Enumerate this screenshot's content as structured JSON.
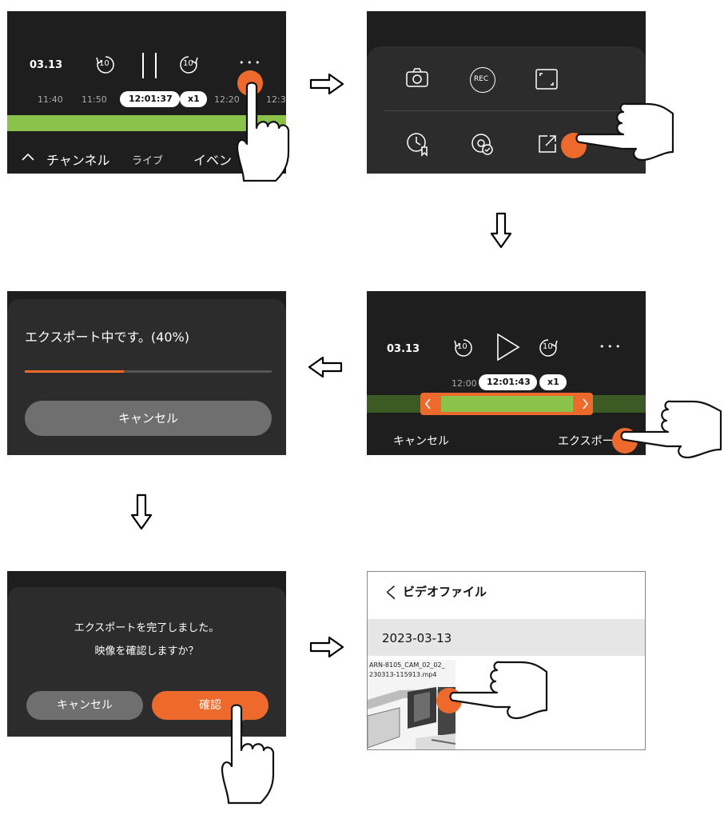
{
  "panel1": {
    "date": "03.13",
    "rewind_label": "10",
    "forward_label": "10",
    "more_label": "• • •",
    "ticks": [
      "11:40",
      "11:50",
      "12:20",
      "12:3"
    ],
    "current_time": "12:01:37",
    "speed": "x1",
    "nav_channel": "チャンネル",
    "nav_live": "ライブ",
    "nav_event": "イベン"
  },
  "panel2": {
    "rec_label": "REC"
  },
  "panel3": {
    "message": "エクスポート中です。(40%)",
    "progress": 0.4,
    "cancel_label": "キャンセル"
  },
  "panel4": {
    "date": "03.13",
    "rewind_label": "10",
    "forward_label": "10",
    "more_label": "• • •",
    "tick": "12:00",
    "current_time": "12:01:43",
    "speed": "x1",
    "cancel_label": "キャンセル",
    "export_label": "エクスポー"
  },
  "panel5": {
    "line1": "エクスポートを完了しました。",
    "line2": "映像を確認しますか？",
    "cancel_label": "キャンセル",
    "confirm_label": "確認"
  },
  "panel6": {
    "back_label": "く",
    "title": "ビデオファイル",
    "date_header": "2023-03-13",
    "file_name_line1": "ARN-8105_CAM_02_02_",
    "file_name_line2": "230313-115913.mp4"
  },
  "colors": {
    "accent": "#ee6a2c",
    "timeline_green": "#8bc34a",
    "dark_bg": "#1e1e1e",
    "panel_bg": "#2c2c2c"
  }
}
